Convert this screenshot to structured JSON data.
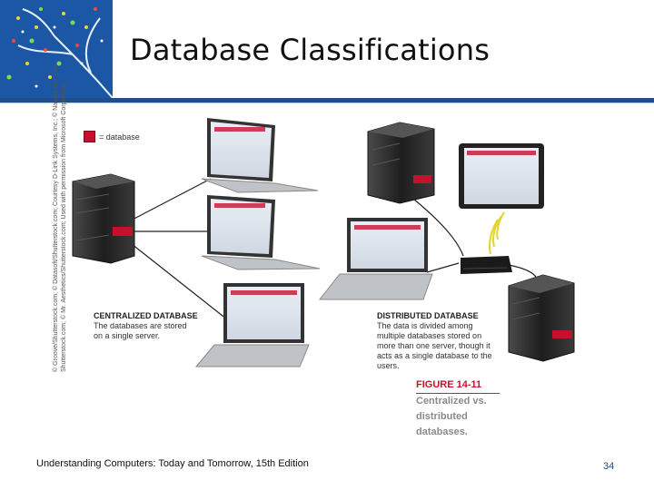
{
  "title": "Database Classifications",
  "legend": {
    "label": "= database",
    "color": "#c8102e"
  },
  "credit": {
    "line1": "© Groove/Shutterstock.com; © Datasoft/Shutterstock.com; Courtesy D-Link Systems, Inc.; © Natalia Siverina/",
    "line2": "Shutterstock.com; © Mr. Aesthetics/Shutterstock.com; Used with permission from Microsoft Corporation"
  },
  "centralized": {
    "heading": "CENTRALIZED DATABASE",
    "text": "The databases are stored on a single server."
  },
  "distributed": {
    "heading": "DISTRIBUTED DATABASE",
    "text": "The data is divided among multiple databases stored on more than one server, though it acts as a single database to the users."
  },
  "figure": {
    "number": "FIGURE 14-11",
    "caption": "Centralized vs. distributed databases."
  },
  "footer": "Understanding Computers: Today and Tomorrow, 15th Edition",
  "page_number": "34",
  "colors": {
    "accent": "#c8102e",
    "rule": "#1f4e8c",
    "server": "#2a2a2a",
    "corner": "#1e5aa8"
  }
}
